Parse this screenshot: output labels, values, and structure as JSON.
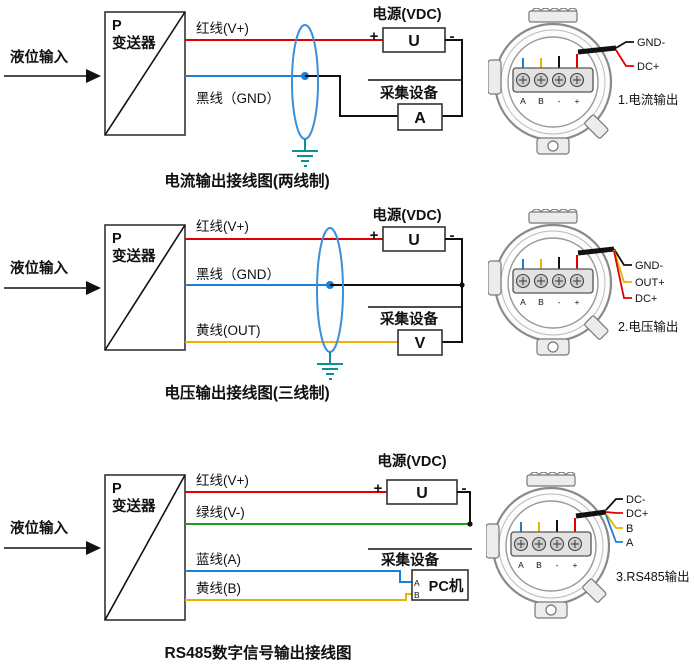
{
  "colors": {
    "red": "#e00000",
    "black": "#111111",
    "blue": "#1e7fd6",
    "yellow": "#e8b400",
    "green": "#1aa01a",
    "shield_blue": "#3b8fd8",
    "ground_teal": "#0f9090"
  },
  "device_terminals": [
    "A",
    "B",
    "-",
    "+"
  ],
  "sections": [
    {
      "caption": "电流输出接线图(两线制)",
      "input_label": "液位输入",
      "transmitter": {
        "tag": "P",
        "name": "变送器"
      },
      "power": {
        "title": "电源(VDC)",
        "unit": "U",
        "plus": "+",
        "minus": "-"
      },
      "collector": {
        "title": "采集设备",
        "unit": "A"
      },
      "wires": [
        {
          "label": "红线(V+)",
          "color": "#e00000"
        },
        {
          "label": "黑线（GND）",
          "color": "#111111"
        }
      ],
      "device": {
        "leads": [
          {
            "label": "GND-",
            "color": "#111111"
          },
          {
            "label": "DC+",
            "color": "#e00000"
          }
        ],
        "caption": "1.电流输出"
      }
    },
    {
      "caption": "电压输出接线图(三线制)",
      "input_label": "液位输入",
      "transmitter": {
        "tag": "P",
        "name": "变送器"
      },
      "power": {
        "title": "电源(VDC)",
        "unit": "U",
        "plus": "+",
        "minus": "-"
      },
      "collector": {
        "title": "采集设备",
        "unit": "V"
      },
      "wires": [
        {
          "label": "红线(V+)",
          "color": "#e00000"
        },
        {
          "label": "黑线（GND）",
          "color": "#111111"
        },
        {
          "label": "黄线(OUT)",
          "color": "#e8b400"
        }
      ],
      "device": {
        "leads": [
          {
            "label": "GND-",
            "color": "#111111"
          },
          {
            "label": "OUT+",
            "color": "#e8b400"
          },
          {
            "label": "DC+",
            "color": "#e00000"
          }
        ],
        "caption": "2.电压输出"
      }
    },
    {
      "caption": "RS485数字信号输出接线图",
      "input_label": "液位输入",
      "transmitter": {
        "tag": "P",
        "name": "变送器"
      },
      "power": {
        "title": "电源(VDC)",
        "unit": "U",
        "plus": "+",
        "minus": "-"
      },
      "collector": {
        "title": "采集设备",
        "pc_label": "PC机",
        "term_a": "A",
        "term_b": "B"
      },
      "wires": [
        {
          "label": "红线(V+)",
          "color": "#e00000"
        },
        {
          "label": "绿线(V-)",
          "color": "#1aa01a"
        },
        {
          "label": "蓝线(A)",
          "color": "#1e7fd6"
        },
        {
          "label": "黄线(B)",
          "color": "#e8b400"
        }
      ],
      "device": {
        "leads": [
          {
            "label": "DC-",
            "color": "#111111"
          },
          {
            "label": "DC+",
            "color": "#e00000"
          },
          {
            "label": "B",
            "color": "#e8b400"
          },
          {
            "label": "A",
            "color": "#1e7fd6"
          }
        ],
        "caption": "3.RS485输出"
      }
    }
  ]
}
